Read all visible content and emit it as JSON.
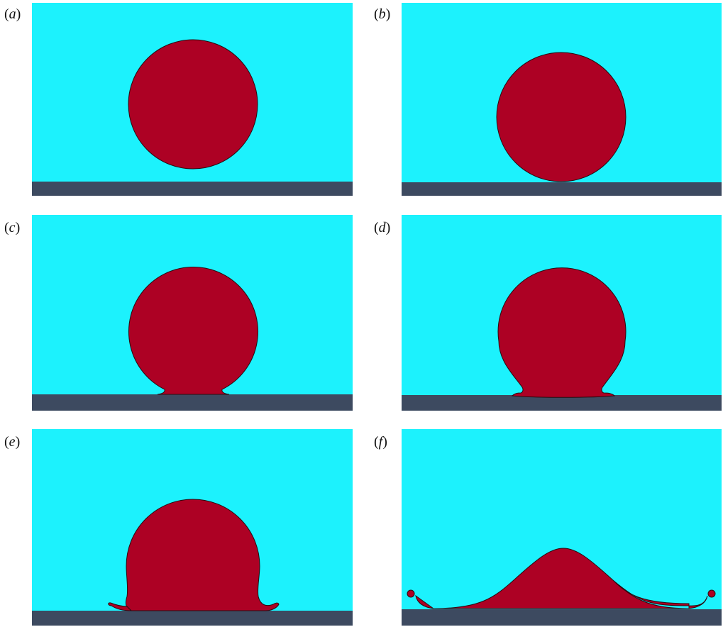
{
  "colors": {
    "fluid_background": "#1cf2fd",
    "droplet": "#ad0124",
    "substrate": "#3d4a60",
    "outline": "#2a0a10"
  },
  "panels": [
    {
      "id": "a",
      "open": "(",
      "letter": "a",
      "close": ")",
      "stage": "droplet-above-surface"
    },
    {
      "id": "b",
      "open": "(",
      "letter": "b",
      "close": ")",
      "stage": "droplet-touching-surface"
    },
    {
      "id": "c",
      "open": "(",
      "letter": "c",
      "close": ")",
      "stage": "initial-contact-spread"
    },
    {
      "id": "d",
      "open": "(",
      "letter": "d",
      "close": ")",
      "stage": "lamella-forming"
    },
    {
      "id": "e",
      "open": "(",
      "letter": "e",
      "close": ")",
      "stage": "lamella-ejection"
    },
    {
      "id": "f",
      "open": "(",
      "letter": "f",
      "close": ")",
      "stage": "spreading-with-rims"
    }
  ]
}
